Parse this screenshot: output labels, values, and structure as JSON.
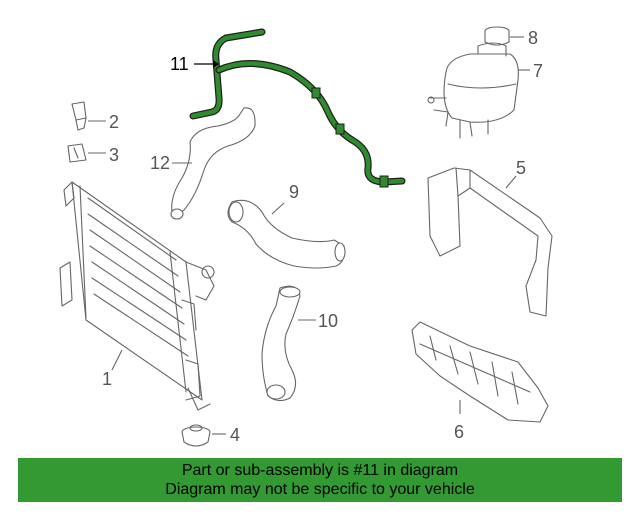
{
  "callouts": {
    "c1": "1",
    "c2": "2",
    "c3": "3",
    "c4": "4",
    "c5": "5",
    "c6": "6",
    "c7": "7",
    "c8": "8",
    "c9": "9",
    "c10": "10",
    "c11": "11",
    "c12": "12"
  },
  "highlight_color": "#339933",
  "highlighted_part": "11",
  "banner": {
    "line1": "Part or sub-assembly is #11 in diagram",
    "line2": "Diagram may not be specific to your vehicle"
  }
}
